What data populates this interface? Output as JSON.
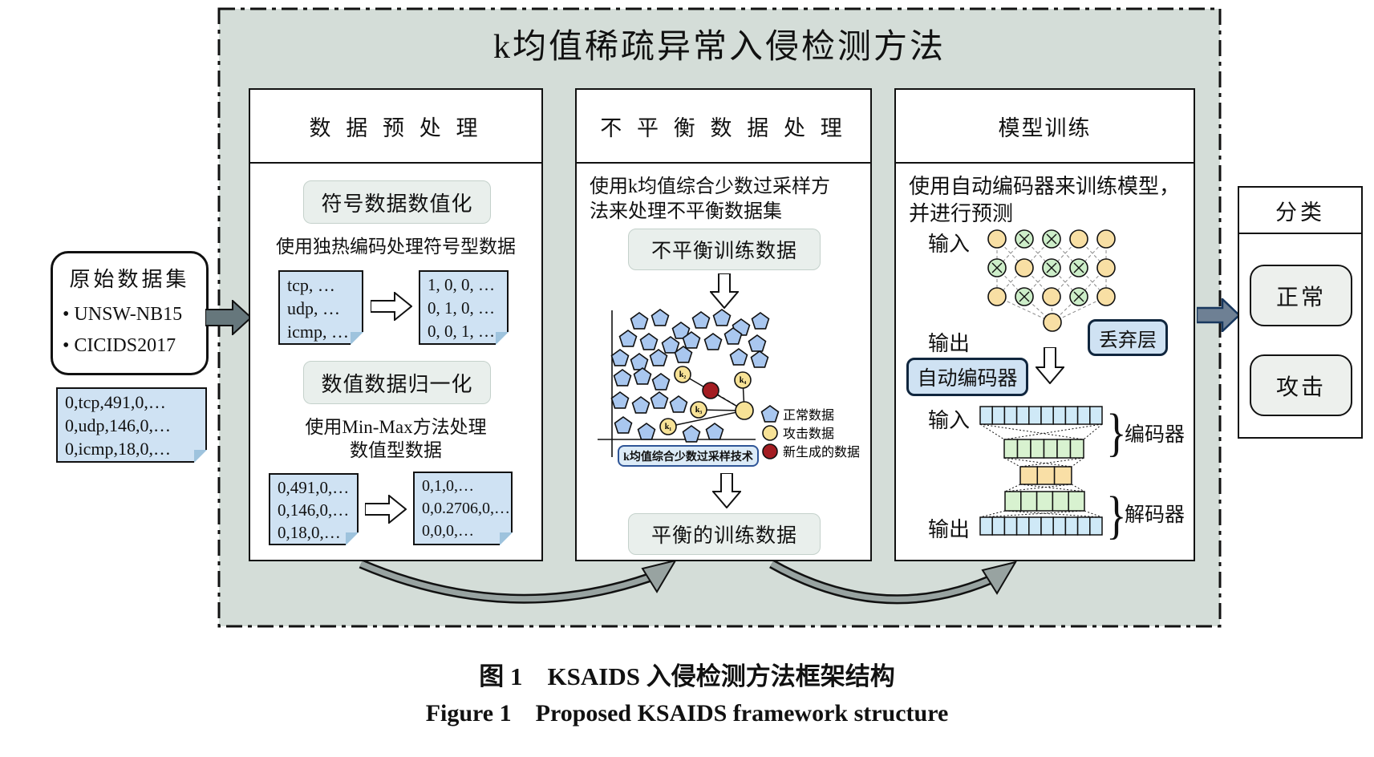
{
  "frame": {
    "title": "k均值稀疏异常入侵检测方法"
  },
  "left": {
    "dataset_title": "原始数据集",
    "dataset_items": [
      "• UNSW-NB15",
      "• CICIDS2017"
    ],
    "sample_lines": [
      "0,tcp,491,0,…",
      "0,udp,146,0,…",
      "0,icmp,18,0,…"
    ]
  },
  "panel1": {
    "header": "数 据 预 处 理",
    "step1_label": "符号数据数值化",
    "step1_desc": "使用独热编码处理符号型数据",
    "note1_before": [
      "tcp, …",
      "udp, …",
      "icmp, …"
    ],
    "note1_after": [
      "1, 0, 0, …",
      "0, 1, 0, …",
      "0, 0, 1, …"
    ],
    "step2_label": "数值数据归一化",
    "step2_desc1": "使用Min-Max方法处理",
    "step2_desc2": "数值型数据",
    "note2_before": [
      "0,491,0,…",
      "0,146,0,…",
      "0,18,0,…"
    ],
    "note2_after": [
      "0,1,0,…",
      "0,0.2706,0,…",
      "0,0,0,…"
    ]
  },
  "panel2": {
    "header": "不 平 衡 数 据 处 理",
    "desc1": "使用k均值综合少数过采样方",
    "desc2": "法来处理不平衡数据集",
    "input_box": "不平衡训练数据",
    "technique_box": "k均值综合少数过采样技术",
    "cluster_labels": [
      "k₁",
      "k₂",
      "k₃",
      "k₄"
    ],
    "legend": [
      {
        "icon": "pentagon-icon",
        "label": "正常数据"
      },
      {
        "icon": "yellow-circle-icon",
        "label": "攻击数据"
      },
      {
        "icon": "red-circle-icon",
        "label": "新生成的数据"
      }
    ],
    "output_box": "平衡的训练数据"
  },
  "panel3": {
    "header": "模型训练",
    "desc1": "使用自动编码器来训练模型，",
    "desc2": "并进行预测",
    "nn_input": "输入",
    "nn_output": "输出",
    "autoencoder_box": "自动编码器",
    "dropout_box": "丢弃层",
    "ae_input": "输入",
    "ae_output": "输出",
    "encoder_label": "编码器",
    "decoder_label": "解码器",
    "brace_glyph": "}"
  },
  "right": {
    "header": "分类",
    "class_normal": "正常",
    "class_attack": "攻击"
  },
  "caption": {
    "zh": "图 1　KSAIDS 入侵检测方法框架结构",
    "en": "Figure 1　Proposed KSAIDS framework structure"
  },
  "colors": {
    "frame_bg": "#d4ddd8",
    "note_blue": "#cfe2f3",
    "pill_gray": "#e9efec",
    "keyword_box_blue": "#cfe2f3",
    "pentagon_blue": "#a9c7ef",
    "attack_yellow": "#f7e296",
    "new_data_red": "#a31d22",
    "dropout_green": "#cdeec9",
    "nn_yellow": "#f8dfa4",
    "ae_blue": "#cfe9f7",
    "ae_green": "#d8f2d0",
    "ae_orange": "#f9dfa6"
  }
}
